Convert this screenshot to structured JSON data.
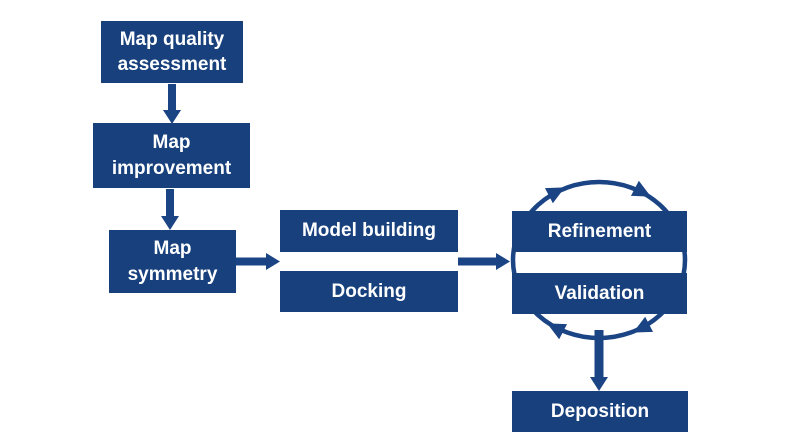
{
  "diagram": {
    "background": "#ffffff",
    "colors": {
      "background": "#ffffff",
      "box_fill": "#17407D",
      "arrow": "#1B4484",
      "label_text": "#FFFFFF"
    },
    "boxes": {
      "map_quality": {
        "label": "Map quality\nassessment"
      },
      "map_improvement": {
        "label": "Map\nimprovement"
      },
      "map_symmetry": {
        "label": "Map\nsymmetry"
      },
      "model_building": {
        "label": "Model building"
      },
      "docking": {
        "label": "Docking"
      },
      "refinement": {
        "label": "Refinement"
      },
      "validation": {
        "label": "Validation"
      },
      "deposition": {
        "label": "Deposition"
      }
    },
    "flow": [
      "map_quality -> map_improvement",
      "map_improvement -> map_symmetry",
      "map_symmetry -> model_building + docking",
      "model_building + docking -> refinement + validation",
      "refinement <-> validation (clockwise cycle)",
      "refinement + validation -> deposition"
    ]
  }
}
